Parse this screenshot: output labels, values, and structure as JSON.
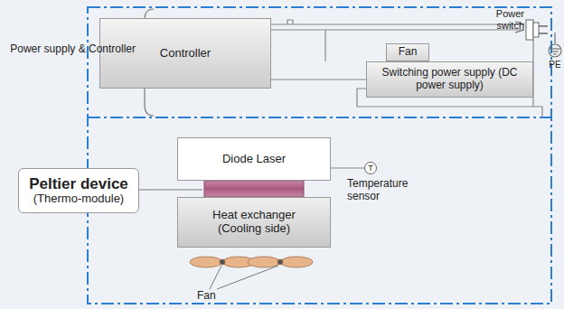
{
  "diagram": {
    "nodes": [
      {
        "text": [
          "Controller"
        ]
      },
      {
        "text": [
          "Fan"
        ]
      },
      {
        "text": [
          "Switching power supply (DC power supply)"
        ]
      },
      {
        "text": [
          "Diode Laser"
        ]
      },
      {
        "text": [
          "T"
        ]
      },
      {
        "text": [
          "Peltier device",
          "(Thermo-module)"
        ]
      },
      {
        "text": [
          "Heat exchanger (Cooling side)"
        ]
      }
    ],
    "edges": [
      {
        "from": 0,
        "to": 2,
        "arrow": "none"
      },
      {
        "from": 3,
        "to": 4,
        "arrow": "none"
      }
    ],
    "labels": [
      "Power supply & Controller",
      "Power switch",
      "PE",
      "Temperature sensor",
      "Fan"
    ]
  }
}
